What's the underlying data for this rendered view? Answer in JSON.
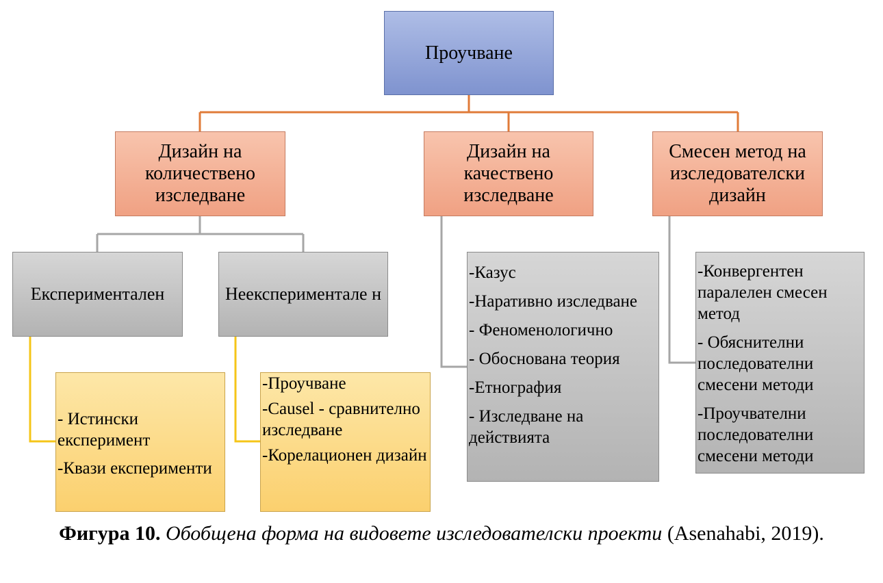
{
  "diagram": {
    "root": {
      "label": "Проучване"
    },
    "designs": [
      {
        "label": "Дизайн на количествено изследване"
      },
      {
        "label": "Дизайн на качествено изследване"
      },
      {
        "label": "Смесен метод на изследователски дизайн"
      }
    ],
    "quantitative_types": [
      {
        "label": "Експериментален"
      },
      {
        "label": "Неекспериментале н"
      }
    ],
    "experimental_items": [
      "- Истински експеримент",
      "-Квази експерименти"
    ],
    "nonexperimental_items": [
      "-Проучване",
      "-Causel - сравнително изследване",
      "-Корелационен дизайн"
    ],
    "qualitative_items": [
      "-Казус",
      "-Наративно изследване",
      "- Феноменологично",
      "- Обоснована теория",
      "-Етнография",
      "- Изследване на действията"
    ],
    "mixed_items": [
      "-Конвергентен паралелен смесен метод",
      "- Обяснителни последователни смесени методи",
      "-Проучвателни последователни смесени методи"
    ],
    "colors": {
      "connector_orange": "#e07b39",
      "connector_gray": "#a6a6a6",
      "connector_yellow": "#f5c518"
    }
  },
  "caption": {
    "figure_label": "Фигура 10.",
    "title": "Обобщена форма на видовете изследователски проекти",
    "citation": "(Asenahabi, 2019)."
  }
}
